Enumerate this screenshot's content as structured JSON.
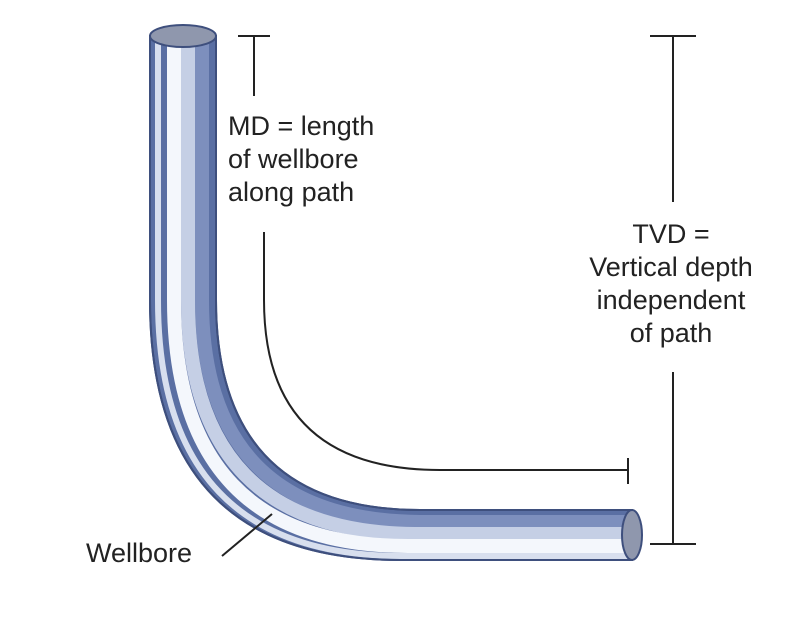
{
  "labels": {
    "md": [
      "MD = length",
      "of wellbore",
      "along path"
    ],
    "tvd": [
      "TVD =",
      "Vertical depth",
      "independent",
      "of path"
    ],
    "wellbore": "Wellbore"
  },
  "colors": {
    "background": "#ffffff",
    "line": "#222222",
    "pipe_dark": "#4a5f96",
    "pipe_light": "#f2f5fb",
    "pipe_end": "#8f97ad"
  }
}
